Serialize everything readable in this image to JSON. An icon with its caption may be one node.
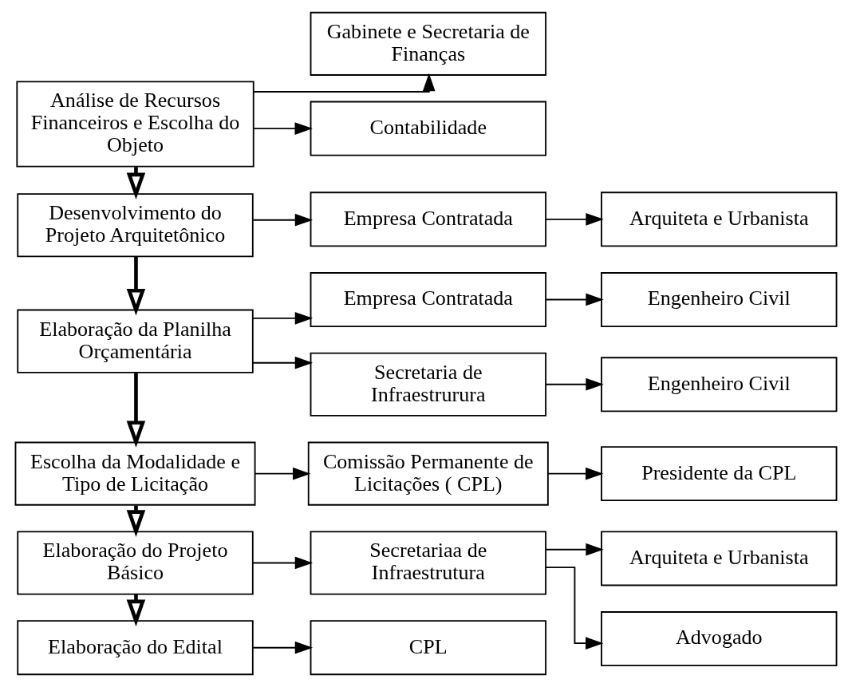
{
  "diagram": {
    "nodes": [
      {
        "text": [
          "Análise de Recursos Financeiros e Escolha do Objeto"
        ]
      },
      {
        "text": [
          "Gabinete e Secretaria de Finanças"
        ]
      },
      {
        "text": [
          "Contabilidade"
        ]
      },
      {
        "text": [
          "Desenvolvimento do Projeto Arquitetônico"
        ]
      },
      {
        "text": [
          "Empresa Contratada"
        ]
      },
      {
        "text": [
          "Arquiteta e Urbanista"
        ]
      },
      {
        "text": [
          "Elaboração da Planilha Orçamentária"
        ]
      },
      {
        "text": [
          "Empresa Contratada"
        ]
      },
      {
        "text": [
          "Engenheiro Civil"
        ]
      },
      {
        "text": [
          "Secretaria de Infraestrurura"
        ]
      },
      {
        "text": [
          "Engenheiro Civil"
        ]
      },
      {
        "text": [
          "Escolha da Modalidade e Tipo de Licitação"
        ]
      },
      {
        "text": [
          "Comissão Permanente de Licitações ( CPL)"
        ]
      },
      {
        "text": [
          "Presidente da CPL"
        ]
      },
      {
        "text": [
          "Elaboração do Projeto Básico"
        ]
      },
      {
        "text": [
          "Secretariaa de Infraestrutura"
        ]
      },
      {
        "text": [
          "Arquiteta e Urbanista"
        ]
      },
      {
        "text": [
          "Advogado"
        ]
      },
      {
        "text": [
          "Elaboração do Edital"
        ]
      },
      {
        "text": [
          "CPL"
        ]
      }
    ],
    "edges": [
      {
        "from": 0,
        "to": 1,
        "arrow": "to"
      },
      {
        "from": 0,
        "to": 2,
        "arrow": "to"
      },
      {
        "from": 0,
        "to": 3,
        "arrow": "to",
        "style": "thick"
      },
      {
        "from": 3,
        "to": 4,
        "arrow": "to"
      },
      {
        "from": 4,
        "to": 5,
        "arrow": "to"
      },
      {
        "from": 3,
        "to": 6,
        "arrow": "to",
        "style": "thick"
      },
      {
        "from": 6,
        "to": 7,
        "arrow": "to"
      },
      {
        "from": 7,
        "to": 8,
        "arrow": "to"
      },
      {
        "from": 6,
        "to": 9,
        "arrow": "to"
      },
      {
        "from": 9,
        "to": 10,
        "arrow": "to"
      },
      {
        "from": 6,
        "to": 11,
        "arrow": "to",
        "style": "thick"
      },
      {
        "from": 11,
        "to": 12,
        "arrow": "to"
      },
      {
        "from": 12,
        "to": 13,
        "arrow": "to"
      },
      {
        "from": 11,
        "to": 14,
        "arrow": "to",
        "style": "thick"
      },
      {
        "from": 14,
        "to": 15,
        "arrow": "to"
      },
      {
        "from": 15,
        "to": 16,
        "arrow": "to"
      },
      {
        "from": 15,
        "to": 17,
        "arrow": "to"
      },
      {
        "from": 14,
        "to": 18,
        "arrow": "to",
        "style": "thick"
      },
      {
        "from": 18,
        "to": 19,
        "arrow": "to"
      }
    ]
  }
}
